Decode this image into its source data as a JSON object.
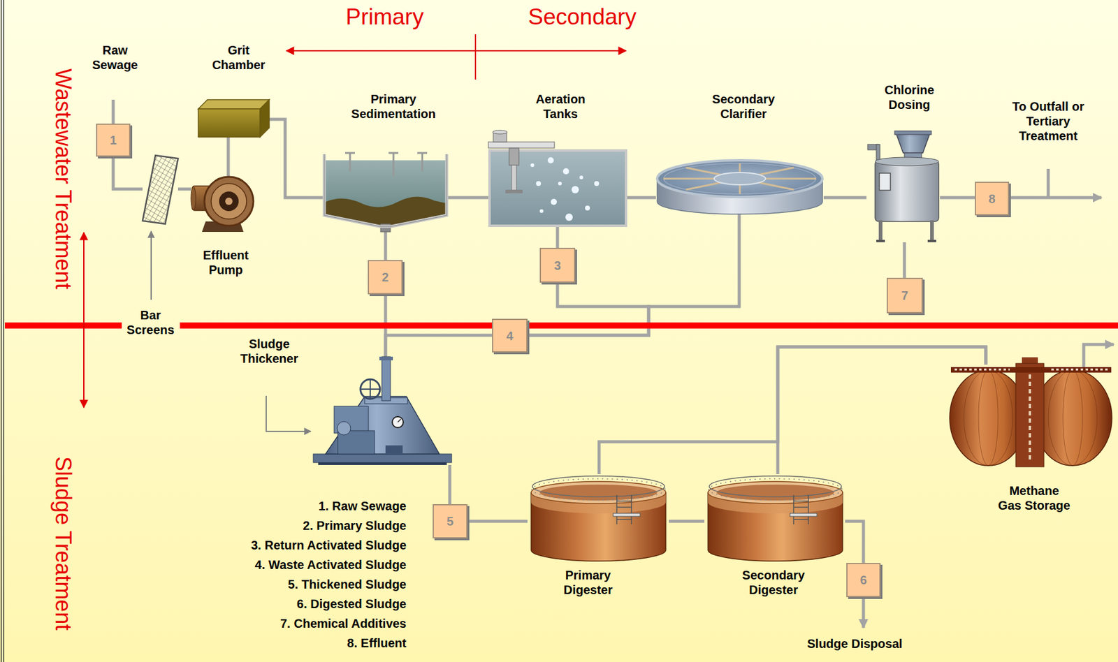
{
  "diagram": {
    "nodes": [
      {
        "text": [
          "Grit Chamber"
        ]
      },
      {
        "text": [
          "1"
        ]
      },
      {
        "text": [
          "Bar Screens"
        ]
      },
      {
        "text": [
          "Effluent Pump"
        ]
      },
      {
        "text": [
          "Primary Sedimentation"
        ]
      },
      {
        "text": [
          "Aeration Tanks"
        ]
      },
      {
        "text": [
          "Secondary Clarifier"
        ]
      },
      {
        "text": [
          "Chlorine Dosing"
        ]
      },
      {
        "text": [
          "8"
        ]
      },
      {
        "text": [
          "2"
        ]
      },
      {
        "text": [
          "3"
        ]
      },
      {
        "text": [
          "7"
        ]
      },
      {
        "text": [
          "4"
        ]
      },
      {
        "text": [
          "Sludge Thickener"
        ]
      },
      {
        "text": [
          "Methane Gas Storage"
        ]
      },
      {
        "text": [
          "5"
        ]
      },
      {
        "text": [
          "Primary Digester"
        ]
      },
      {
        "text": [
          "Secondary Digester"
        ]
      },
      {
        "text": [
          "6"
        ]
      }
    ],
    "edges": [
      {
        "from": 1,
        "to": 2,
        "arrow": "none"
      },
      {
        "from": 2,
        "to": 3,
        "arrow": "none"
      },
      {
        "from": 3,
        "to": 0,
        "arrow": "none"
      },
      {
        "from": 0,
        "to": 4,
        "arrow": "none"
      },
      {
        "from": 4,
        "to": 5,
        "arrow": "none"
      },
      {
        "from": 5,
        "to": 6,
        "arrow": "none"
      },
      {
        "from": 6,
        "to": 7,
        "arrow": "none"
      },
      {
        "from": 7,
        "to": 8,
        "arrow": "none"
      },
      {
        "from": 4,
        "to": 9,
        "arrow": "none"
      },
      {
        "from": 9,
        "to": 13,
        "arrow": "none"
      },
      {
        "from": 5,
        "to": 10,
        "arrow": "none"
      },
      {
        "from": 10,
        "to": 12,
        "arrow": "none"
      },
      {
        "from": 6,
        "to": 12,
        "arrow": "none"
      },
      {
        "from": 12,
        "to": 13,
        "arrow": "none"
      },
      {
        "from": 11,
        "to": 7,
        "arrow": "none"
      },
      {
        "from": 13,
        "to": 15,
        "arrow": "none"
      },
      {
        "from": 15,
        "to": 16,
        "arrow": "none"
      },
      {
        "from": 16,
        "to": 17,
        "arrow": "none"
      },
      {
        "from": 17,
        "to": 18,
        "arrow": "none"
      },
      {
        "from": 16,
        "to": 14,
        "arrow": "none"
      },
      {
        "from": 17,
        "to": 14,
        "arrow": "none"
      }
    ],
    "labels": [
      "Primary",
      "Secondary",
      "Raw Sewage",
      "To Outfall or Tertiary Treatment",
      "Wastewater Treatment",
      "Sludge Treatment",
      "1. Raw Sewage",
      "2. Primary Sludge",
      "3. Return Activated Sludge",
      "4. Waste Activated Sludge",
      "5. Thickened Sludge",
      "6. Digested Sludge",
      "7. Chemical Additives",
      "8. Effluent",
      "Sludge Disposal"
    ]
  }
}
